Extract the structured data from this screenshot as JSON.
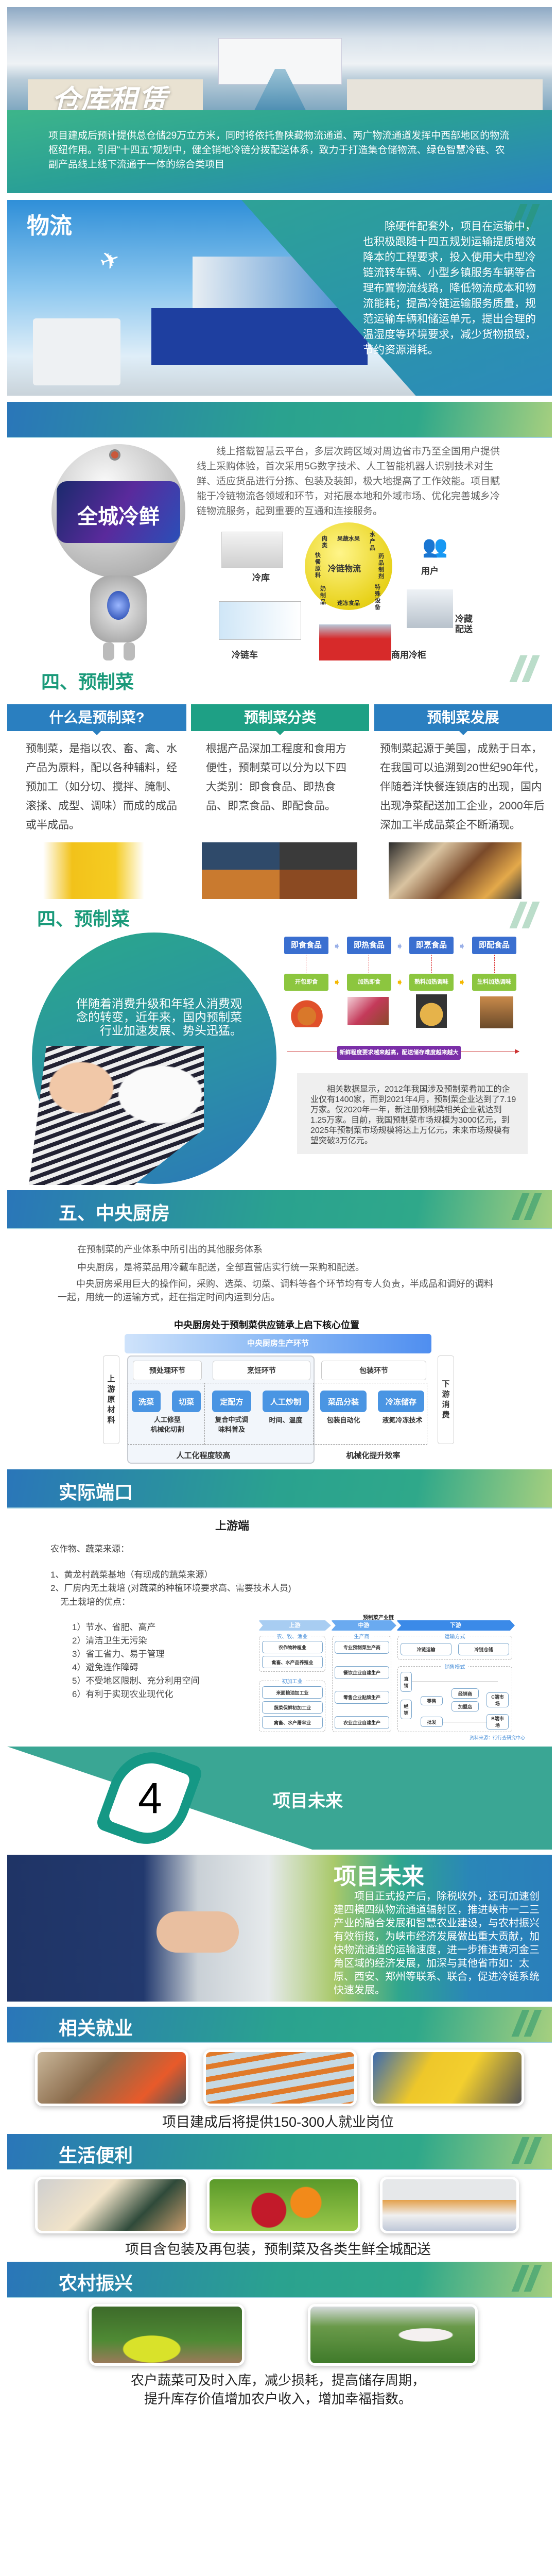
{
  "hero": {
    "title": "仓库租赁",
    "body": "项目建成后预计提供总仓储29万立方米，同时将依托鲁陕藏物流通道、两广物流通道发挥中西部地区的物流枢纽作用。引用“十四五”规划中，健全销地冷链分拨配送体系，致力于打造集仓储物流、绿色智慧冷链、农副产品线上线下流通于一体的综合类项目"
  },
  "logistics": {
    "title": "物流",
    "body": "除硬件配套外，项目在运输中，也积极跟随十四五规划运输提质增效降本的工程要求，投入使用大中型冷链流转车辆、小型乡镇服务车辆等合理布置物流线路，降低物流成本和物流能耗；提高冷链运输服务质量，规范运输车辆和储运单元，提出合理的温湿度等环境要求，减少货物损毁，节约资源消耗。"
  },
  "coldchain": {
    "robot_label": "全城冷鲜",
    "body": "线上搭载智慧云平台，多层次跨区域对周边省市乃至全国用户提供线上采购体验，首次采用5G数字技术、人工智能机器人识别技术对生鲜、适应货品进行分拣、包装及装卸，极大地提高了工作效能。项目赋能于冷链物流各领域和环节，对拓展本地和外域市场、优化完善城乡冷链物流服务，起到重要的互通和连接服务。",
    "globe_center": "冷链物流",
    "globe_items": [
      "肉类",
      "果蔬水果",
      "水产品",
      "快餐原料",
      "药品制剂",
      "奶制品",
      "速冻食品",
      "特殊设备"
    ],
    "nodes": [
      "冷库",
      "冷链车",
      "商用冷柜",
      "冷藏配送",
      "用户"
    ]
  },
  "prepared1": {
    "title": "四、预制菜",
    "tabs": [
      {
        "label": "什么是预制菜?",
        "body": "预制菜，是指以农、畜、禽、水产品为原料，配以各种辅料，经预加工（如分切、搅拌、腌制、滚揉、成型、调味）而成的成品或半成品。"
      },
      {
        "label": "预制菜分类",
        "body": "根据产品深加工程度和食用方便性，预制菜可以分为以下四大类别：即食食品、即热食品、即烹食品、即配食品。"
      },
      {
        "label": "预制菜发展",
        "body": "预制菜起源于美国，成熟于日本，在我国可以追溯到20世纪90年代，伴随着洋快餐连锁店的出现，国内出现净菜配送加工企业，2000年后深加工半成品菜企不断涌现。"
      }
    ],
    "colors": {
      "blue": "#2a7fc0",
      "green": "#1ea085"
    }
  },
  "prepared2": {
    "title": "四、预制菜",
    "circle_text": "伴随着消费升级和年轻人消费观念的转变，近年来，国内预制菜行业加速发展、势头迅猛。",
    "types": [
      "即食食品",
      "即热食品",
      "即烹食品",
      "即配食品"
    ],
    "modes": [
      "开包即食",
      "加热即食",
      "熟料加热调味",
      "生料加热调味"
    ],
    "trend": "新鲜程度要求越来越高，配送储存难度越来越大",
    "stats": "相关数据显示，2012年我国涉及预制菜肴加工的企业仅有1400家，而到2021年4月，预制菜企业达到了7.19万家。仅2020年一年，新注册预制菜相关企业就达到1.25万家。目前，我国预制菜市场规模为3000亿元，到2025年预制菜市场规模将达上万亿元，未来市场规模有望突破3万亿元。"
  },
  "kitchen": {
    "title": "五、中央厨房",
    "paras": [
      "在预制菜的产业体系中所引出的其他服务体系",
      "中央厨房，是将菜品用冷藏车配送，全部直营店实行统一采购和配送。",
      "中央厨房采用巨大的操作间，采购、选菜、切菜、调料等各个环节均有专人负责，半成品和调好的调料一起，用统一的运输方式，赶在指定时间内运到分店。"
    ],
    "diagram": {
      "title": "中央厨房处于预制菜供应链承上启下核心位置",
      "top": "中央厨房生产环节",
      "stages": [
        "预处理环节",
        "烹饪环节",
        "包装环节"
      ],
      "upstream": "上游原材料",
      "downstream": "下游消费",
      "steps": [
        "洗菜",
        "切菜",
        "定配方",
        "人工炒制",
        "菜品分装",
        "冷冻储存"
      ],
      "captions": [
        "人工修型\n机械化切割",
        "复合中式调\n味料普及",
        "时间、温度",
        "包装自动化",
        "液氮冷冻技术"
      ],
      "footer": [
        "人工化程度较高",
        "机械化提升效率"
      ]
    }
  },
  "ports": {
    "title": "实际端口",
    "subtitle": "上游端",
    "source_label": "农作物、蔬菜来源：",
    "items": [
      "1、黄龙村蔬菜基地（有现成的蔬菜来源）",
      "2、厂房内无土栽培 (对蔬菜的种植环境要求高、需要技术人员)"
    ],
    "adv_label": "无土栽培的优点：",
    "advantages": [
      "1）节水、省肥、高产",
      "2）清洁卫生无污染",
      "3）省工省力、易于管理",
      "4）避免连作障碍",
      "5）不受地区限制、充分利用空间",
      "6）有利于实现农业现代化"
    ],
    "chain": {
      "title": "预制菜产业链",
      "stages": [
        "上游",
        "中游",
        "下游"
      ],
      "groups": [
        "农、牧、渔业",
        "初加工业",
        "生产商",
        "运输方式",
        "销售模式"
      ],
      "farm": [
        "农作物种植业",
        "禽畜、水产品养殖业"
      ],
      "process": [
        "米面粮油加工业",
        "蔬菜保鲜初加工业",
        "禽畜、水产屠宰业"
      ],
      "producers": [
        "专业预制菜生产商",
        "餐饮企业自建生产",
        "零售企业贴牌生产",
        "农业企业自建生产"
      ],
      "transport": [
        "冷链运输",
        "冷链仓储"
      ],
      "sales": [
        "直销",
        "经销",
        "零售",
        "经销商",
        "加盟店",
        "C端市场",
        "批发",
        "B端市场"
      ],
      "source": "资料来源：行行查研究中心"
    }
  },
  "future_cover": {
    "number": "4",
    "title": "项目未来"
  },
  "future": {
    "title": "项目未来",
    "body": "项目正式投产后，除税收外，还可加速创建四横四纵物流通道辐射区，推进峡市一二三产业的融合发展和智慧农业建设，与农村振兴有效衔接，为峡市经济发展做出重大贡献，加快物流通道的运输速度，进一步推进黄河金三角区域的经济发展，加深与其他省市如：太原、西安、郑州等联系、联合，促进冷链系统快速发展。"
  },
  "jobs": {
    "title": "相关就业",
    "caption": "项目建成后将提供150-300人就业岗位"
  },
  "life": {
    "title": "生活便利",
    "caption": "项目含包装及再包装，预制菜及各类生鲜全城配送"
  },
  "rural": {
    "title": "农村振兴",
    "caption_lines": [
      "农户蔬菜可及时入库，减少损耗，提高储存周期，",
      "提升库存价值增加农户收入，增加幸福指数。"
    ]
  }
}
